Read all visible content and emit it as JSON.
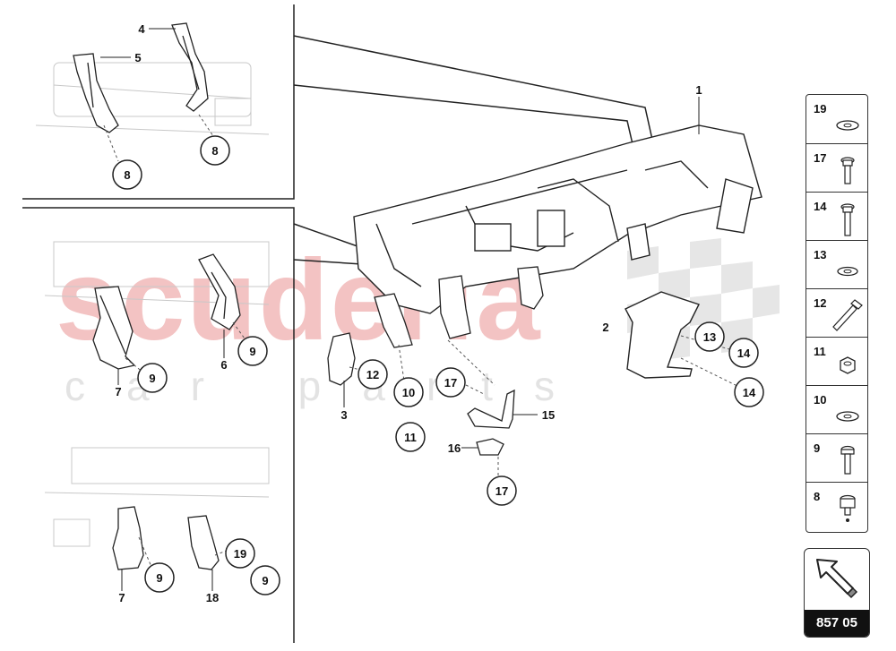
{
  "watermark": {
    "main": "scuderia",
    "sub": "car parts"
  },
  "callouts": {
    "c1": "1",
    "c2": "2",
    "c3": "3",
    "c4": "4",
    "c5": "5",
    "c6": "6",
    "c7a": "7",
    "c7b": "7",
    "c8a": "8",
    "c8b": "8",
    "c9a": "9",
    "c9b": "9",
    "c9c": "9",
    "c9d": "9",
    "c10": "10",
    "c11": "11",
    "c12": "12",
    "c13": "13",
    "c14a": "14",
    "c14b": "14",
    "c15": "15",
    "c16": "16",
    "c17a": "17",
    "c17b": "17",
    "c18": "18",
    "c19": "19"
  },
  "side_panel": [
    {
      "num": "19",
      "icon": "washer-icon"
    },
    {
      "num": "17",
      "icon": "bolt-flange-icon"
    },
    {
      "num": "14",
      "icon": "bolt-long-icon"
    },
    {
      "num": "13",
      "icon": "washer-icon"
    },
    {
      "num": "12",
      "icon": "long-bolt-icon"
    },
    {
      "num": "11",
      "icon": "hex-nut-icon"
    },
    {
      "num": "10",
      "icon": "washer-icon"
    },
    {
      "num": "9",
      "icon": "screw-icon"
    },
    {
      "num": "8",
      "icon": "cap-nut-icon"
    }
  ],
  "navigation": {
    "page_code": "857 05",
    "icon": "arrow-up-left-icon"
  }
}
